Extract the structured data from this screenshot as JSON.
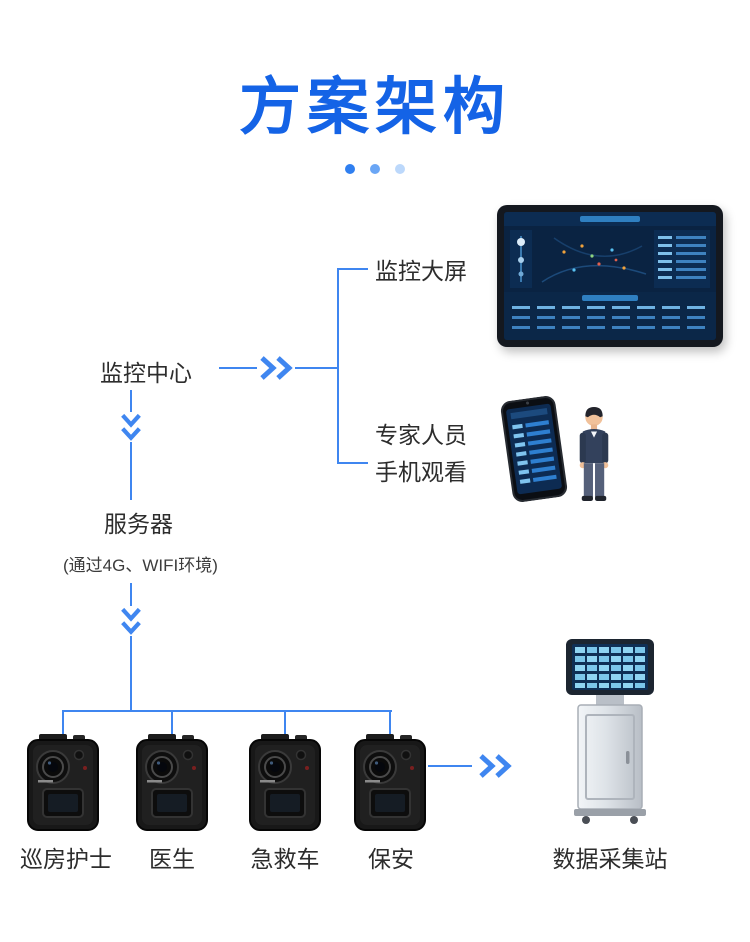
{
  "title": "方案架构",
  "colors": {
    "accent": "#1463e6",
    "line": "#3f86f0",
    "text": "#2d2d2d"
  },
  "labels": {
    "monitor": "监控大屏",
    "center": "监控中心",
    "expert_line1": "专家人员",
    "expert_line2": "手机观看",
    "server": "服务器",
    "server_note": "(通过4G、WIFI环境)",
    "station": "数据采集站"
  },
  "devices": [
    {
      "label": "巡房护士"
    },
    {
      "label": "医生"
    },
    {
      "label": "急救车"
    },
    {
      "label": "保安"
    }
  ]
}
